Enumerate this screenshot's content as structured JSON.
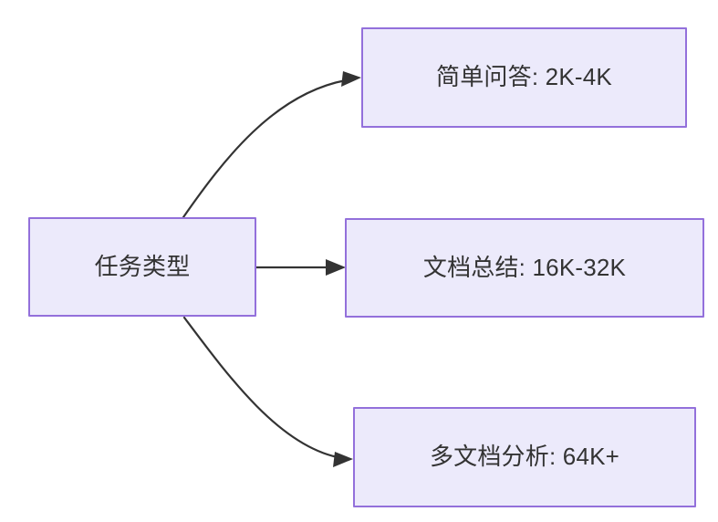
{
  "diagram": {
    "type": "flowchart",
    "direction": "left-to-right",
    "background_color": "#ffffff",
    "node_fill_color": "#ECEAFB",
    "node_border_color": "#9370DB",
    "node_text_color": "#333333",
    "edge_color": "#333333",
    "nodes": [
      {
        "id": "root",
        "label": "任务类型",
        "role": "source"
      },
      {
        "id": "simple-qa",
        "label": "简单问答: 2K-4K",
        "role": "target"
      },
      {
        "id": "doc-summary",
        "label": "文档总结: 16K-32K",
        "role": "target"
      },
      {
        "id": "multi-doc",
        "label": "多文档分析: 64K+",
        "role": "target"
      }
    ],
    "edges": [
      {
        "id": "edge-root-simple-qa",
        "from": "root",
        "to": "simple-qa",
        "style": "curved",
        "arrow": "arrow-right"
      },
      {
        "id": "edge-root-doc-summary",
        "from": "root",
        "to": "doc-summary",
        "style": "straight",
        "arrow": "arrow-right"
      },
      {
        "id": "edge-root-multi-doc",
        "from": "root",
        "to": "multi-doc",
        "style": "curved",
        "arrow": "arrow-right"
      }
    ]
  }
}
